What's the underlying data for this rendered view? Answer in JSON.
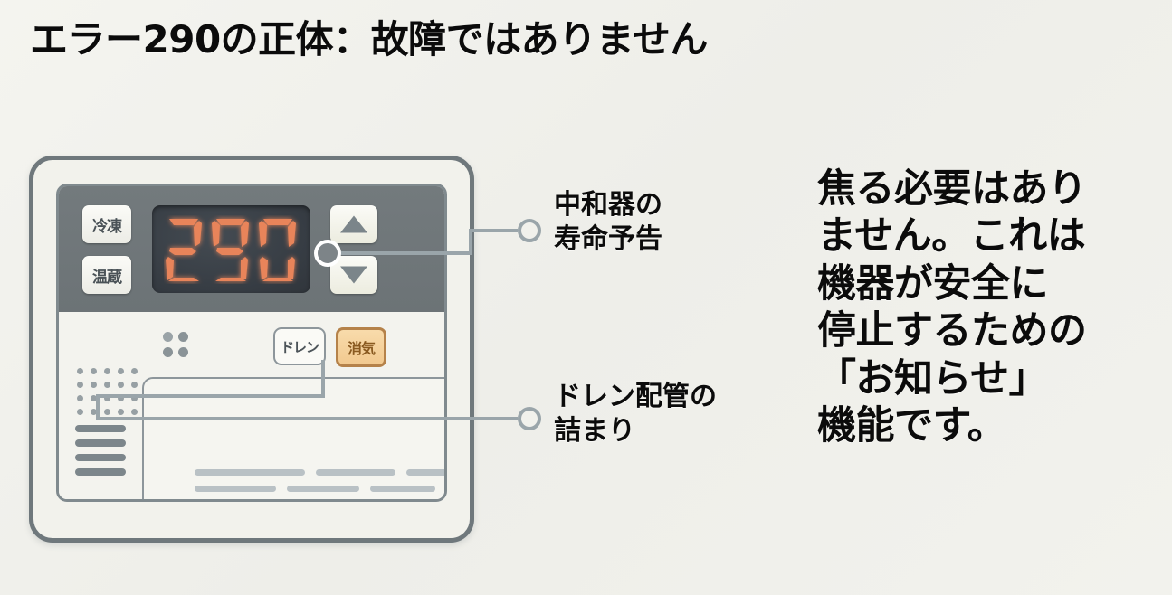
{
  "title": "エラー290の正体：故障ではありません",
  "device": {
    "mode_buttons": [
      {
        "name": "freeze",
        "label": "冷凍"
      },
      {
        "name": "warm",
        "label": "温蔵"
      }
    ],
    "display": {
      "value": "290",
      "segment_color": "#e8845a",
      "background_color": "#3a4046"
    },
    "arrow_buttons": [
      {
        "name": "up",
        "icon": "triangle-up-icon"
      },
      {
        "name": "down",
        "icon": "triangle-down-icon"
      }
    ],
    "action_buttons": [
      {
        "name": "drain",
        "label": "ドレン",
        "accent": "#8d969b"
      },
      {
        "name": "exhaust",
        "label": "消気",
        "accent": "#b5824a"
      }
    ]
  },
  "callouts": [
    {
      "id": "callout1",
      "text": "中和器の\n寿命予告"
    },
    {
      "id": "callout2",
      "text": "ドレン配管の\n詰まり"
    }
  ],
  "paragraph": "焦る必要はあり\nません。これは\n機器が安全に\n停止するための\n「お知らせ」\n機能です。",
  "colors": {
    "background": "#f1f1ec",
    "panel_header": "#6e7477",
    "frame_border": "#6f787c",
    "text": "#0b0b0b",
    "accent_orange": "#e8845a",
    "accent_amber": "#f2c98f"
  }
}
